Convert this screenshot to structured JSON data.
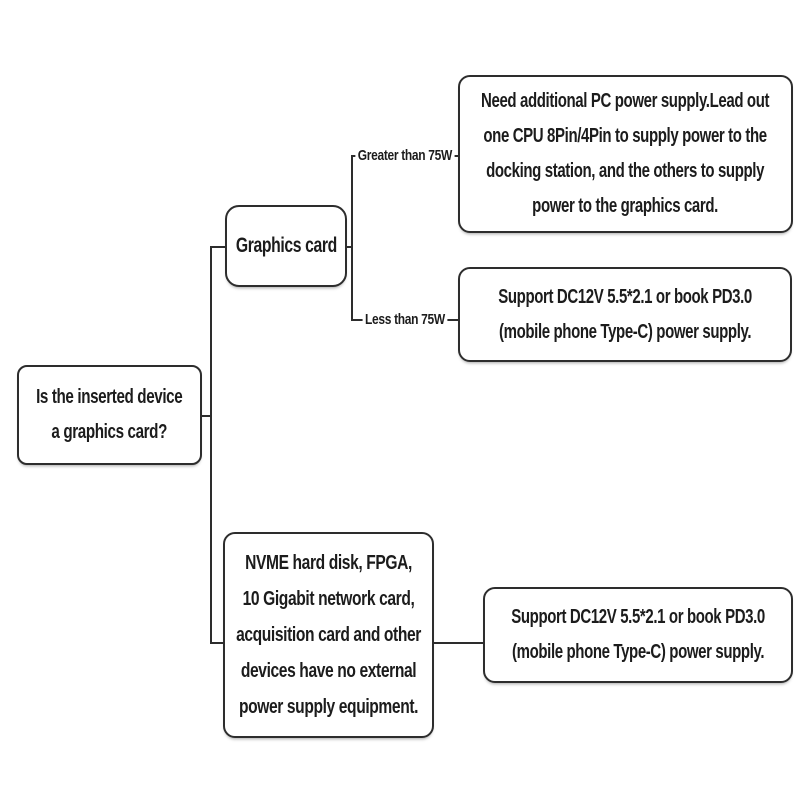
{
  "colors": {
    "line": "#2d2d2d",
    "text": "#1c1c1c",
    "background": "#ffffff"
  },
  "nodes": {
    "root_question": {
      "lines": [
        "Is the inserted device",
        "a graphics card?"
      ]
    },
    "graphics_card": {
      "label": "Graphics card"
    },
    "outcome_pc_psu": {
      "lines": [
        "Need additional PC power supply.Lead out",
        "one CPU 8Pin/4Pin to supply power to the",
        "docking station, and the others to supply",
        "power to the graphics card."
      ]
    },
    "outcome_dc12v_graphics": {
      "lines": [
        "Support DC12V 5.5*2.1 or book PD3.0",
        "(mobile phone Type-C) power supply."
      ]
    },
    "nvme_devices": {
      "lines": [
        "NVME hard disk, FPGA,",
        "10 Gigabit network card,",
        "acquisition card and other",
        "devices have no external",
        "power supply equipment."
      ]
    },
    "outcome_dc12v_devices": {
      "lines": [
        "Support DC12V 5.5*2.1 or book PD3.0",
        "(mobile phone Type-C) power supply."
      ]
    }
  },
  "edge_labels": {
    "greater": "Greater than 75W",
    "less": "Less than 75W"
  }
}
